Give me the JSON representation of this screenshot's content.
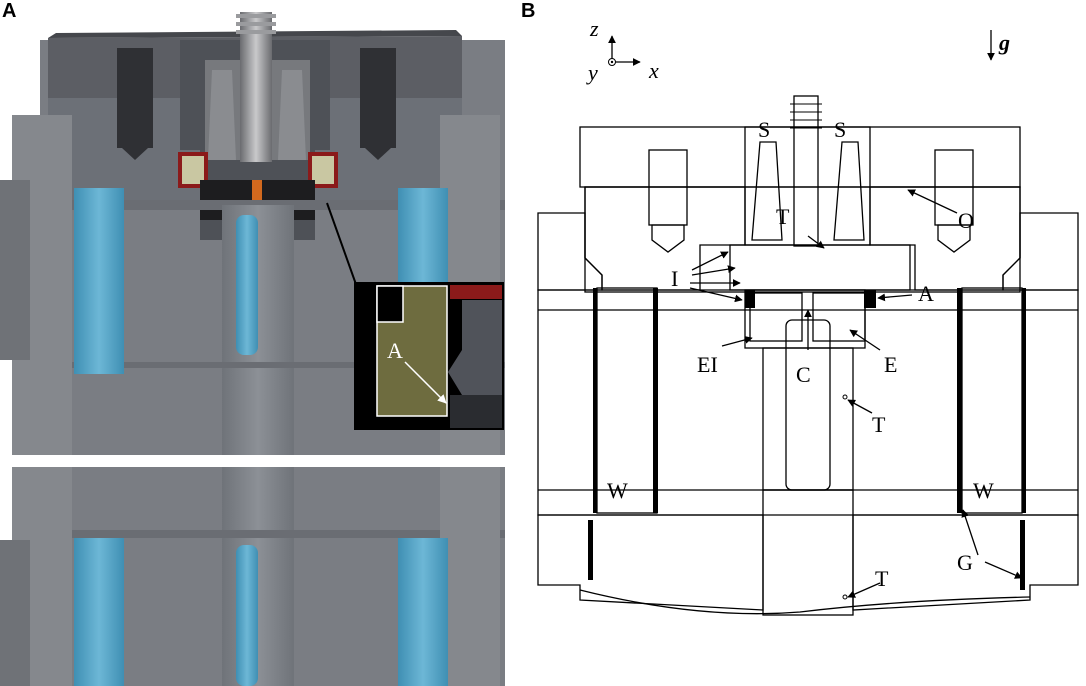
{
  "panels": {
    "a": {
      "letter": "A"
    },
    "b": {
      "letter": "B"
    }
  },
  "inset": {
    "label": "A"
  },
  "axes": {
    "z": "z",
    "y": "y",
    "x": "x",
    "gravity": "g"
  },
  "labels": {
    "s_left": "S",
    "s_right": "S",
    "t_top": "T",
    "o": "O",
    "i": "I",
    "a": "A",
    "ei": "EI",
    "c": "C",
    "e": "E",
    "t_mid": "T",
    "w_left": "W",
    "w_right": "W",
    "t_bottom": "T",
    "g": "G"
  },
  "colors": {
    "steel_dark": "#5f6167",
    "steel_mid": "#7d8086",
    "steel_light": "#8f9196",
    "steel_flange": "#84868b",
    "water": "#5aa9c9",
    "inset_olive": "#6e6c3f",
    "inset_red": "#8b1a1a"
  }
}
